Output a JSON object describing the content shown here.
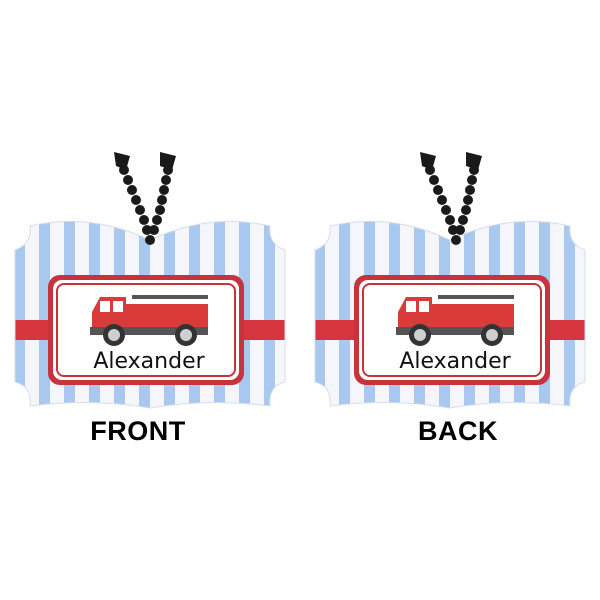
{
  "product": {
    "name_text": "Alexander",
    "colors": {
      "stripe_light": "#f4f6fb",
      "stripe_blue": "#a9c8f0",
      "ribbon_red": "#d6343f",
      "frame_red": "#c8323c",
      "truck_red": "#d93a3a",
      "chain_black": "#1a1a1a"
    },
    "icons": {
      "vehicle": "fire-truck-icon",
      "chain": "ball-chain-icon"
    }
  },
  "labels": {
    "front": "FRONT",
    "back": "BACK"
  }
}
